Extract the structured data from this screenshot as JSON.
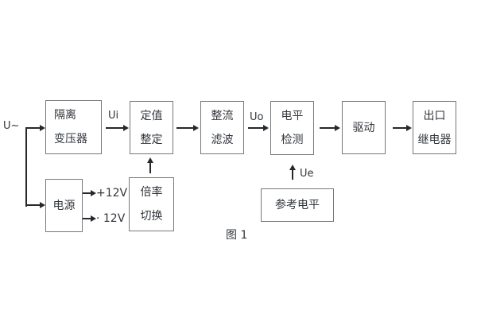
{
  "figure": {
    "caption": "图 1",
    "colors": {
      "background": "#ffffff",
      "box_border": "#75787c",
      "line": "#26282b",
      "text": "#32363b"
    }
  },
  "labels": {
    "input": "U~",
    "ui": "Ui",
    "uo": "Uo",
    "ue": "Ue",
    "plus_12v": "+12V",
    "minus_12v": "· 12V"
  },
  "blocks": {
    "isolation_transformer": {
      "line1": "隔离",
      "line2": "变压器"
    },
    "value_setting": {
      "line1": "定值",
      "line2": "整定"
    },
    "rectifier_filter": {
      "line1": "整流",
      "line2": "滤波"
    },
    "level_detection": {
      "line1": "电平",
      "line2": "检测"
    },
    "driver": {
      "line1": "驱动"
    },
    "output_relay": {
      "line1": "出口",
      "line2": "继电器"
    },
    "power_supply": {
      "line1": "电源"
    },
    "ratio_switch": {
      "line1": "倍率",
      "line2": "切换"
    },
    "reference_level": {
      "line1": "参考电平"
    }
  }
}
